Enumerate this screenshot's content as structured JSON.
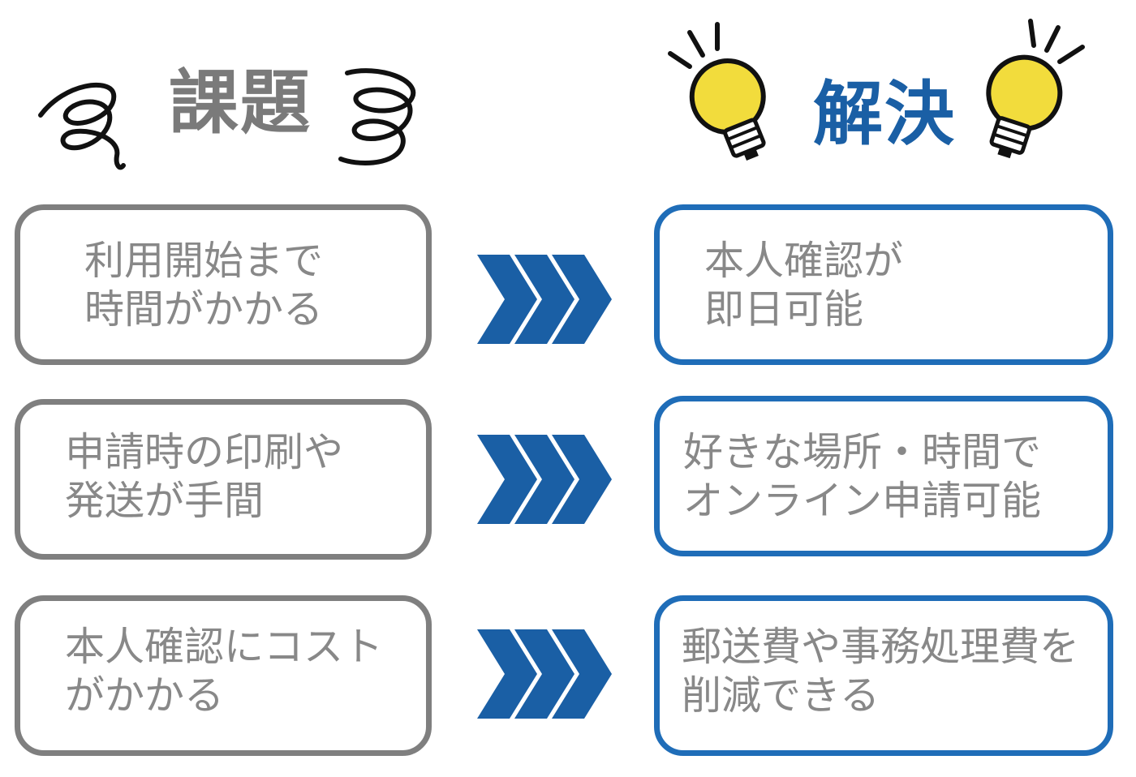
{
  "problem": {
    "heading": "課題",
    "items": [
      {
        "line1": "利用開始まで",
        "line2": "時間がかかる"
      },
      {
        "line1": "申請時の印刷や",
        "line2": "発送が手間"
      },
      {
        "line1": "本人確認にコスト",
        "line2": "がかかる"
      }
    ]
  },
  "solution": {
    "heading": "解決",
    "items": [
      {
        "line1": "本人確認が",
        "line2": "即日可能"
      },
      {
        "line1": "好きな場所・時間で",
        "line2": "オンライン申請可能"
      },
      {
        "line1": "郵送費や事務処理費を",
        "line2": "削減できる"
      }
    ]
  },
  "colors": {
    "problem_border": "#7f7f7f",
    "solution_border": "#1f6db8",
    "arrow": "#1a5fa5",
    "bulb": "#f2dc3c"
  },
  "icons": {
    "problem_deco": "scribble-icon",
    "solution_deco": "lightbulb-icon",
    "arrow": "triple-chevron-right-icon"
  }
}
